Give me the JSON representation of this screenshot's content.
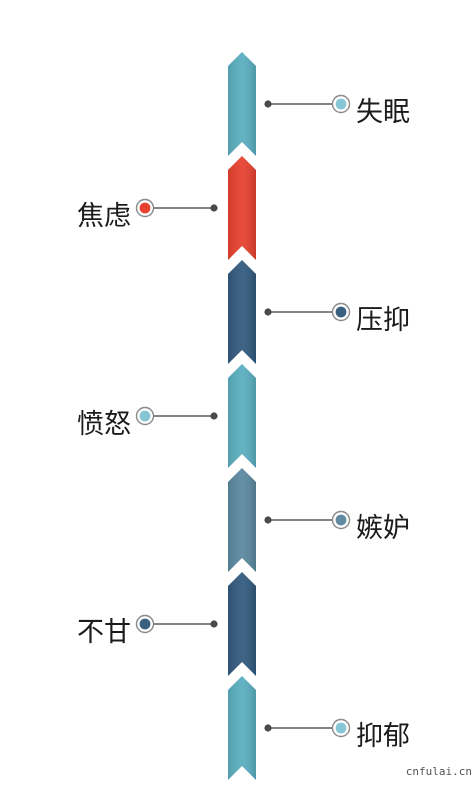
{
  "timeline": {
    "items": [
      {
        "label": "失眠",
        "side": "right",
        "color": "#5aafc0",
        "dot_color": "#86c6d4"
      },
      {
        "label": "焦虑",
        "side": "left",
        "color": "#e8412f",
        "dot_color": "#e8412f"
      },
      {
        "label": "压抑",
        "side": "right",
        "color": "#325a7e",
        "dot_color": "#3a5f80"
      },
      {
        "label": "愤怒",
        "side": "left",
        "color": "#5aafc0",
        "dot_color": "#86c6d4"
      },
      {
        "label": "嫉妒",
        "side": "right",
        "color": "#5b88a0",
        "dot_color": "#5f8aa2"
      },
      {
        "label": "不甘",
        "side": "left",
        "color": "#325a7e",
        "dot_color": "#3a5f80"
      },
      {
        "label": "抑郁",
        "side": "right",
        "color": "#5aafc0",
        "dot_color": "#86c6d4"
      }
    ]
  },
  "watermark": "cnfulai.cn"
}
